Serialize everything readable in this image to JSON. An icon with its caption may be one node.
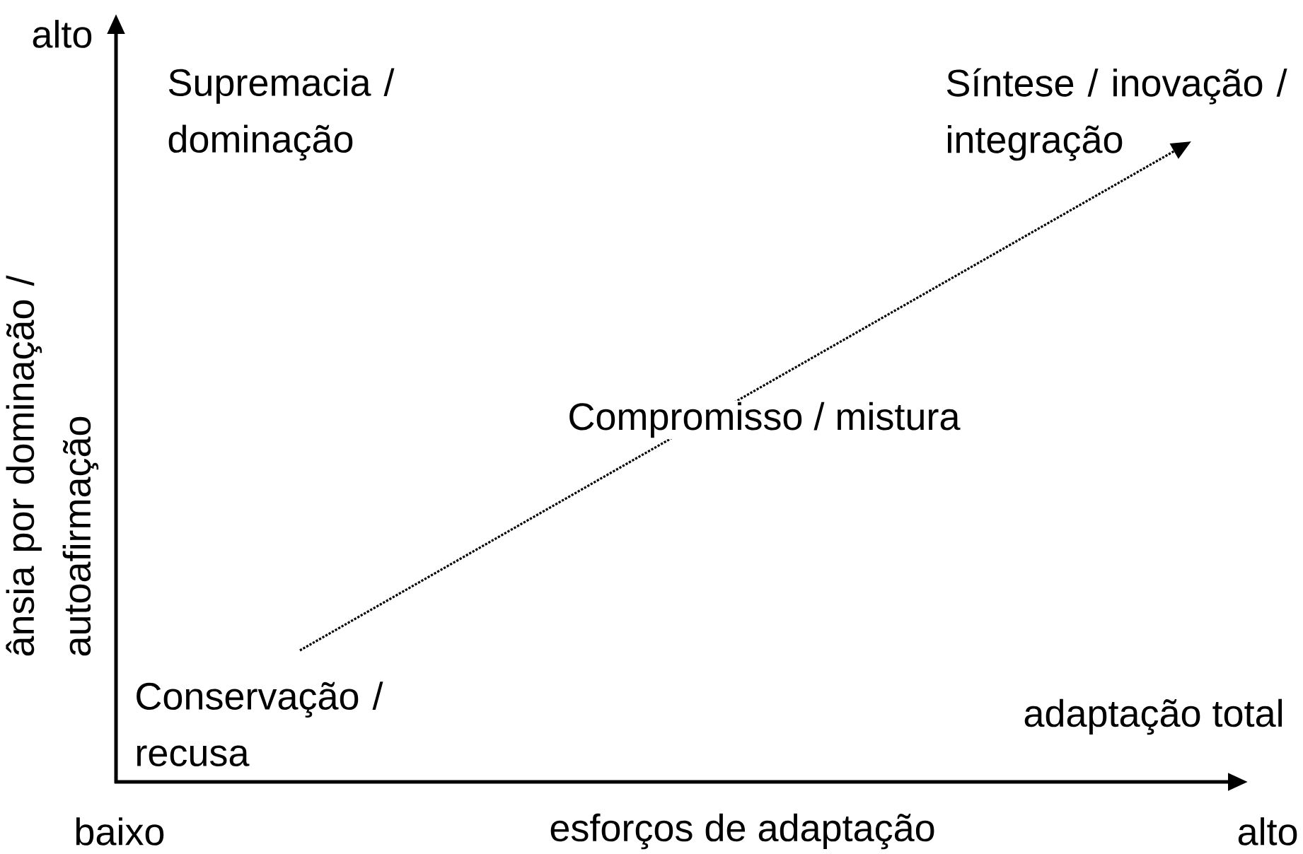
{
  "diagram": {
    "nodes": [
      {
        "text": [
          "Conservação / recusa"
        ]
      },
      {
        "text": [
          "Síntese / inovação / integração"
        ]
      }
    ],
    "edges": [
      {
        "from": 0,
        "to": 1,
        "arrow": "to",
        "style": "dashed",
        "label": "Compromisso / mistura"
      }
    ],
    "labels": [
      "alto",
      "Supremacia / dominação",
      "ânsia por dominação / autoafirmação",
      "adaptação total",
      "baixo",
      "esforços de adaptação",
      "alto"
    ]
  }
}
